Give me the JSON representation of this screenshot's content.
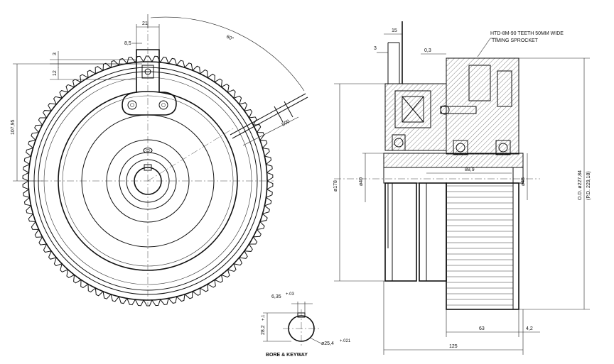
{
  "labels": {
    "dim_21": "21",
    "dim_8_5": "8,5",
    "dim_3_left": "3",
    "dim_12": "12",
    "dim_107_95": "107,95",
    "dim_60deg": "60°",
    "dim_500": "500",
    "dim_15": "15",
    "dim_3_right": "3",
    "dim_0_3": "0,3",
    "sprocket_note_1": "HTD-8M-90 TEETH 50MM WIDE",
    "sprocket_note_2": "TIMING SPROCKET",
    "dim_178": "ø178",
    "dim_40": "ø40",
    "dim_88_9": "88,9",
    "dim_45": "ø45",
    "dim_od": "O.D. ø227,84",
    "dim_pd": "(P.D. 229,18)",
    "dim_63": "63",
    "dim_4_2": "4,2",
    "dim_125": "125",
    "keyway_6_35": "6,35",
    "keyway_6_35_tol": "+.03",
    "keyway_28_2": "28,2",
    "keyway_28_2_tol": "+.1",
    "bore_dia": "ø25,4",
    "bore_dia_tol": "+.021",
    "bore_keyway_title": "BORE & KEYWAY"
  }
}
